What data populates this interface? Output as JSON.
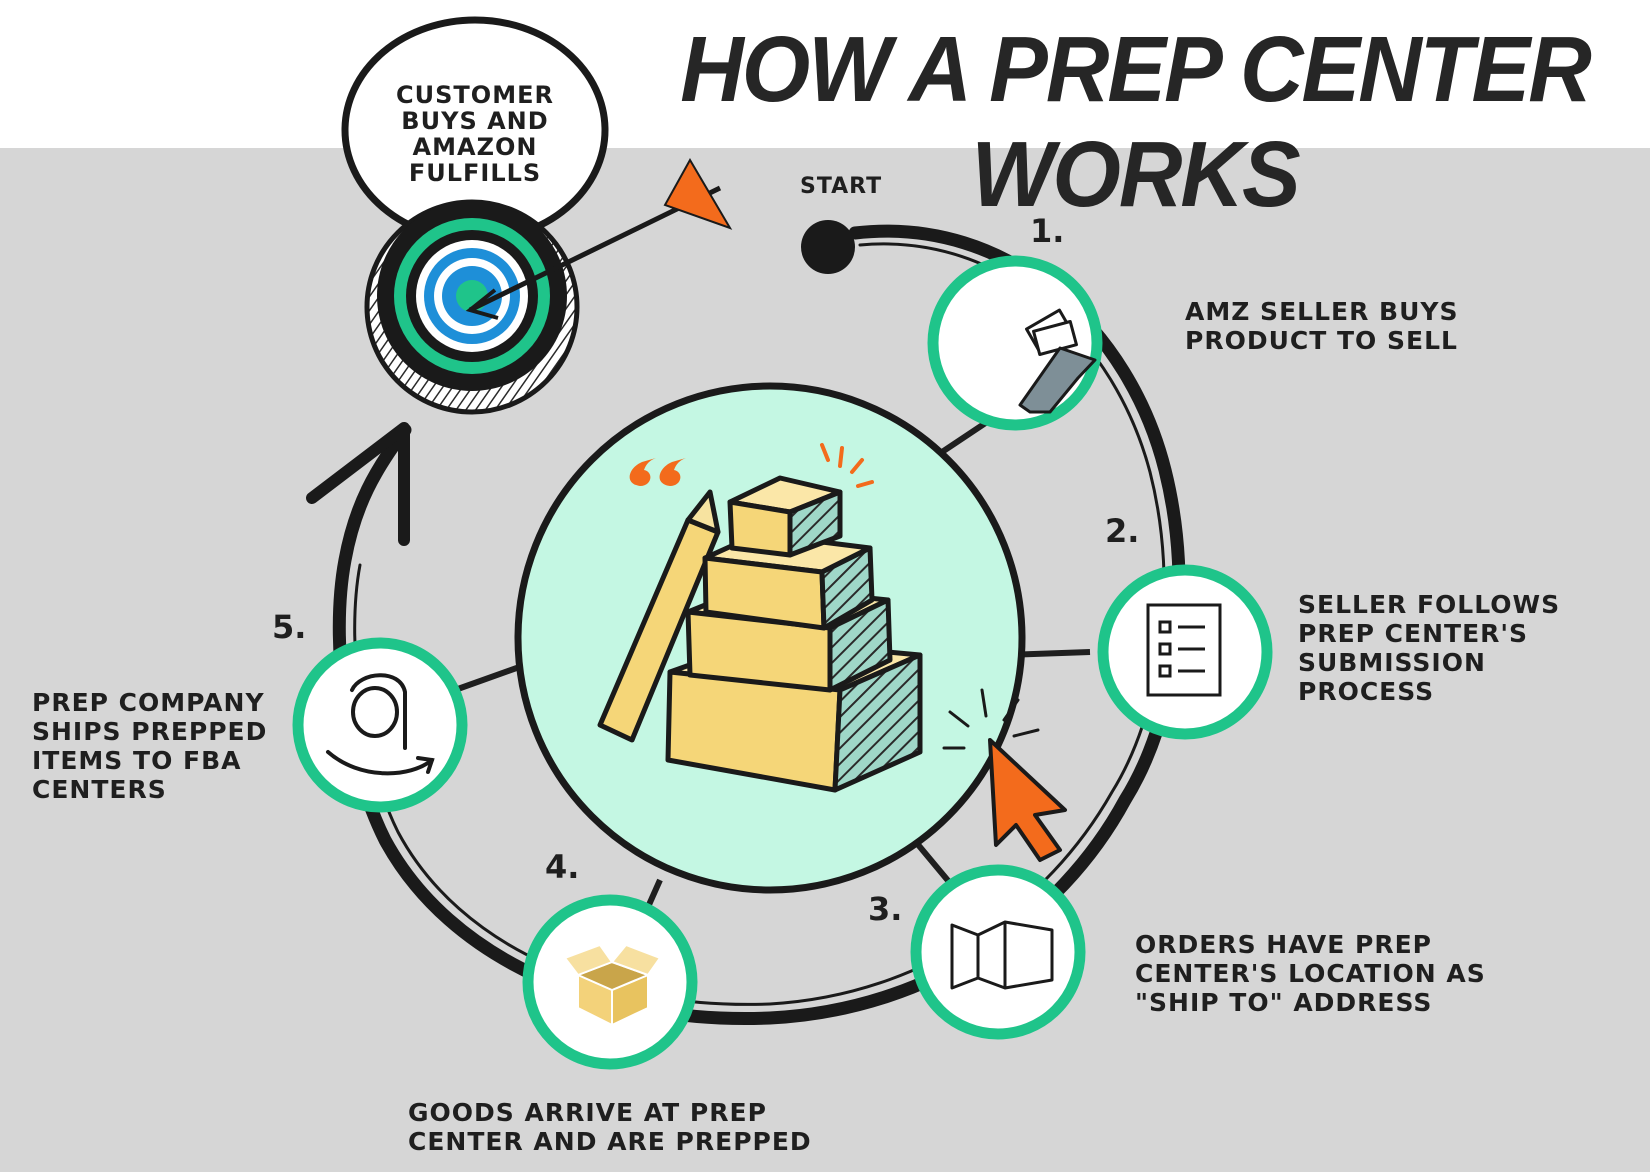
{
  "title": "HOW A PREP CENTER  WORKS",
  "start_label": "START",
  "goal_text": "CUSTOMER\nBUYS AND\nAMAZON\nFULFILLS",
  "steps": [
    {
      "number": "1.",
      "text": "AMZ SELLER BUYS\nPRODUCT TO SELL",
      "icon": "money-hand-icon"
    },
    {
      "number": "2.",
      "text": "SELLER FOLLOWS\nPREP CENTER'S\nSUBMISSION\nPROCESS",
      "icon": "checklist-icon"
    },
    {
      "number": "3.",
      "text": "ORDERS HAVE PREP\nCENTER'S LOCATION AS\n\"SHIP TO\" ADDRESS",
      "icon": "map-icon"
    },
    {
      "number": "4.",
      "text": "GOODS ARRIVE AT PREP\nCENTER AND ARE PREPPED",
      "icon": "open-box-icon"
    },
    {
      "number": "5.",
      "text": "PREP COMPANY\nSHIPS PREPPED\nITEMS TO FBA\nCENTERS",
      "icon": "amazon-logo-icon"
    }
  ],
  "colors": {
    "background": "#d6d6d6",
    "header": "#ffffff",
    "ring_green": "#1fc48a",
    "center_fill": "#c4f7e3",
    "box_yellow": "#f5d678",
    "accent_orange": "#f36b1c",
    "target_blue": "#1e8fd8",
    "ink": "#1f1f1f"
  }
}
